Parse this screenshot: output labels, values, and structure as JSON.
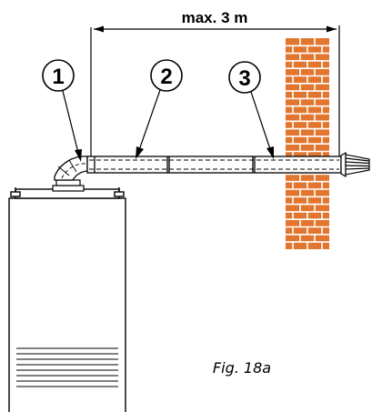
{
  "dimension": {
    "label": "max. 3 m"
  },
  "callouts": [
    {
      "number": "1",
      "target": "elbow"
    },
    {
      "number": "2",
      "target": "extension-pipe"
    },
    {
      "number": "3",
      "target": "wall-terminal"
    }
  ],
  "caption": "Fig. 18a",
  "colors": {
    "brick": "#e2762f",
    "mortar": "#ffffff",
    "line": "#000000",
    "background": "#ffffff"
  }
}
